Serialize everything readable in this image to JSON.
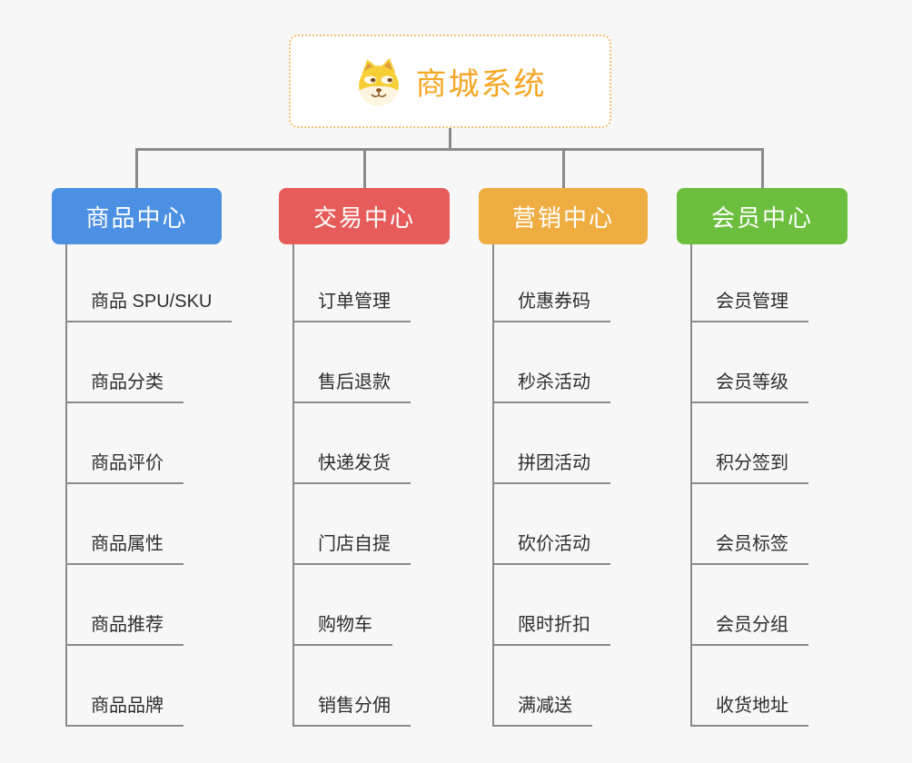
{
  "page": {
    "background_color": "#F7F7F7",
    "connector_color": "#8a8a8a"
  },
  "root": {
    "title": "商城系统",
    "title_color": "#F5A623",
    "icon": "dog-face-icon",
    "border_color": "#F2C06E"
  },
  "branches": [
    {
      "label": "商品中心",
      "color": "#4B90E2",
      "children": [
        "商品 SPU/SKU",
        "商品分类",
        "商品评价",
        "商品属性",
        "商品推荐",
        "商品品牌"
      ]
    },
    {
      "label": "交易中心",
      "color": "#E55C5A",
      "children": [
        "订单管理",
        "售后退款",
        "快递发货",
        "门店自提",
        "购物车",
        "销售分佣"
      ]
    },
    {
      "label": "营销中心",
      "color": "#EFAD41",
      "children": [
        "优惠券码",
        "秒杀活动",
        "拼团活动",
        "砍价活动",
        "限时折扣",
        "满减送"
      ]
    },
    {
      "label": "会员中心",
      "color": "#6CBF3E",
      "children": [
        "会员管理",
        "会员等级",
        "积分签到",
        "会员标签",
        "会员分组",
        "收货地址"
      ]
    }
  ]
}
